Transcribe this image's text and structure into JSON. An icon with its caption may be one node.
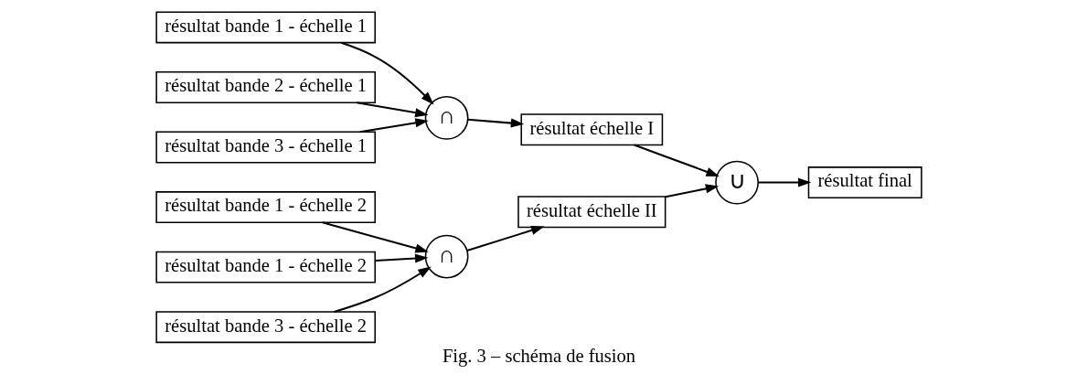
{
  "diagram": {
    "caption": "Fig. 3 – schéma de fusion",
    "nodes": [
      {
        "text": [
          "résultat bande 1 - échelle 1"
        ]
      },
      {
        "text": [
          "résultat bande 2 - échelle 1"
        ]
      },
      {
        "text": [
          "résultat bande 3 - échelle 1"
        ]
      },
      {
        "text": [
          "∩"
        ]
      },
      {
        "text": [
          "résultat échelle I"
        ]
      },
      {
        "text": [
          "résultat bande 1 - échelle 2"
        ]
      },
      {
        "text": [
          "résultat bande 1 - échelle 2"
        ]
      },
      {
        "text": [
          "résultat bande 3 - échelle 2"
        ]
      },
      {
        "text": [
          "∩"
        ]
      },
      {
        "text": [
          "résultat échelle II"
        ]
      },
      {
        "text": [
          "∪"
        ]
      },
      {
        "text": [
          "résultat final"
        ]
      }
    ],
    "edges": [
      {
        "from": 0,
        "to": 3,
        "arrow": "to"
      },
      {
        "from": 1,
        "to": 3,
        "arrow": "to"
      },
      {
        "from": 2,
        "to": 3,
        "arrow": "to"
      },
      {
        "from": 3,
        "to": 4,
        "arrow": "to"
      },
      {
        "from": 5,
        "to": 8,
        "arrow": "to"
      },
      {
        "from": 6,
        "to": 8,
        "arrow": "to"
      },
      {
        "from": 7,
        "to": 8,
        "arrow": "to"
      },
      {
        "from": 8,
        "to": 9,
        "arrow": "to"
      },
      {
        "from": 4,
        "to": 10,
        "arrow": "to"
      },
      {
        "from": 9,
        "to": 10,
        "arrow": "to"
      },
      {
        "from": 10,
        "to": 11,
        "arrow": "to"
      }
    ]
  }
}
